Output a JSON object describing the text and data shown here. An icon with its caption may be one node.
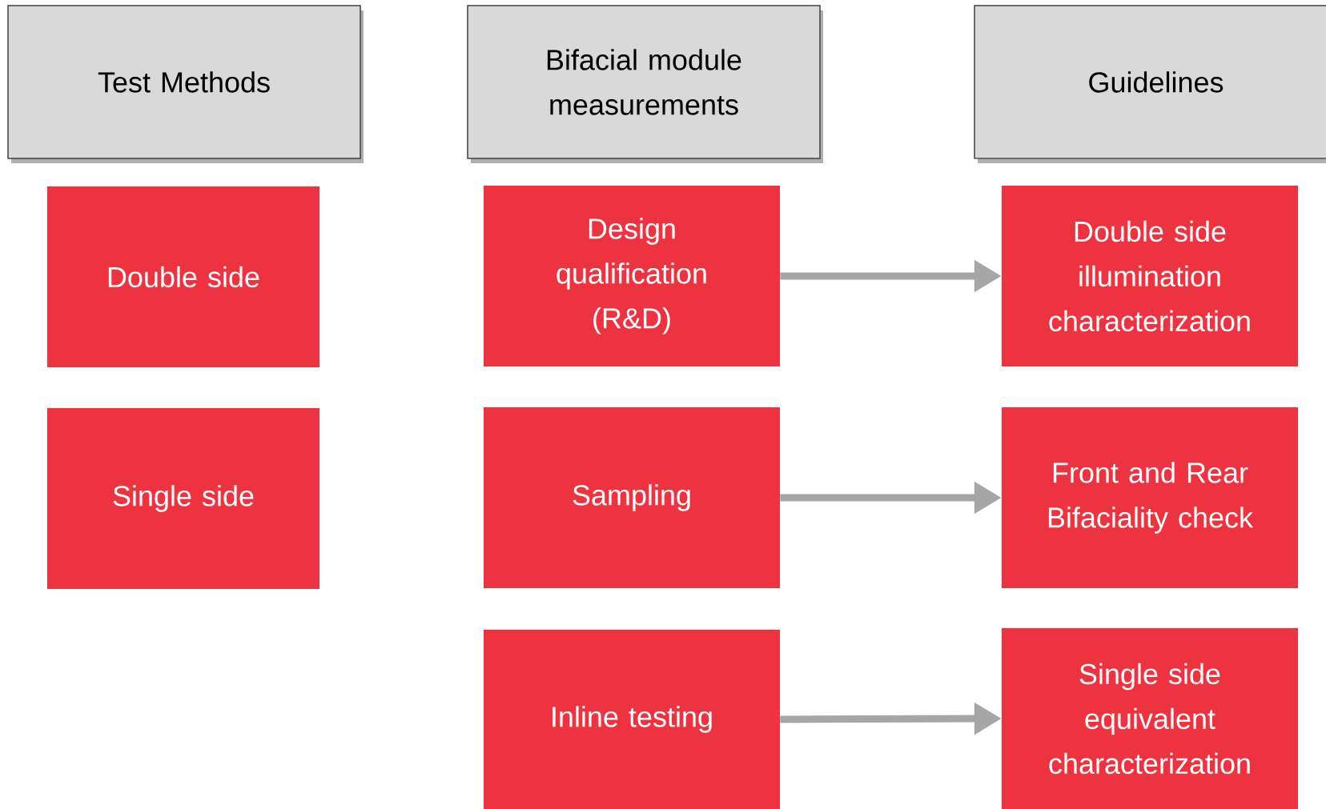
{
  "diagram": {
    "nodes": [
      {
        "text": [
          "Test Methods"
        ]
      },
      {
        "text": [
          "Bifacial module measurements"
        ]
      },
      {
        "text": [
          "Guidelines"
        ]
      },
      {
        "text": [
          "Double side"
        ]
      },
      {
        "text": [
          "Single side"
        ]
      },
      {
        "text": [
          "Design qualification (R&D)"
        ]
      },
      {
        "text": [
          "Sampling"
        ]
      },
      {
        "text": [
          "Inline testing"
        ]
      },
      {
        "text": [
          "Double side illumination characterization"
        ]
      },
      {
        "text": [
          "Front and Rear Bifaciality check"
        ]
      },
      {
        "text": [
          "Single side equivalent characterization"
        ]
      }
    ],
    "edges": [
      {
        "from": 5,
        "to": 8,
        "arrow": "to"
      },
      {
        "from": 6,
        "to": 9,
        "arrow": "to"
      },
      {
        "from": 7,
        "to": 10,
        "arrow": "to"
      }
    ]
  }
}
